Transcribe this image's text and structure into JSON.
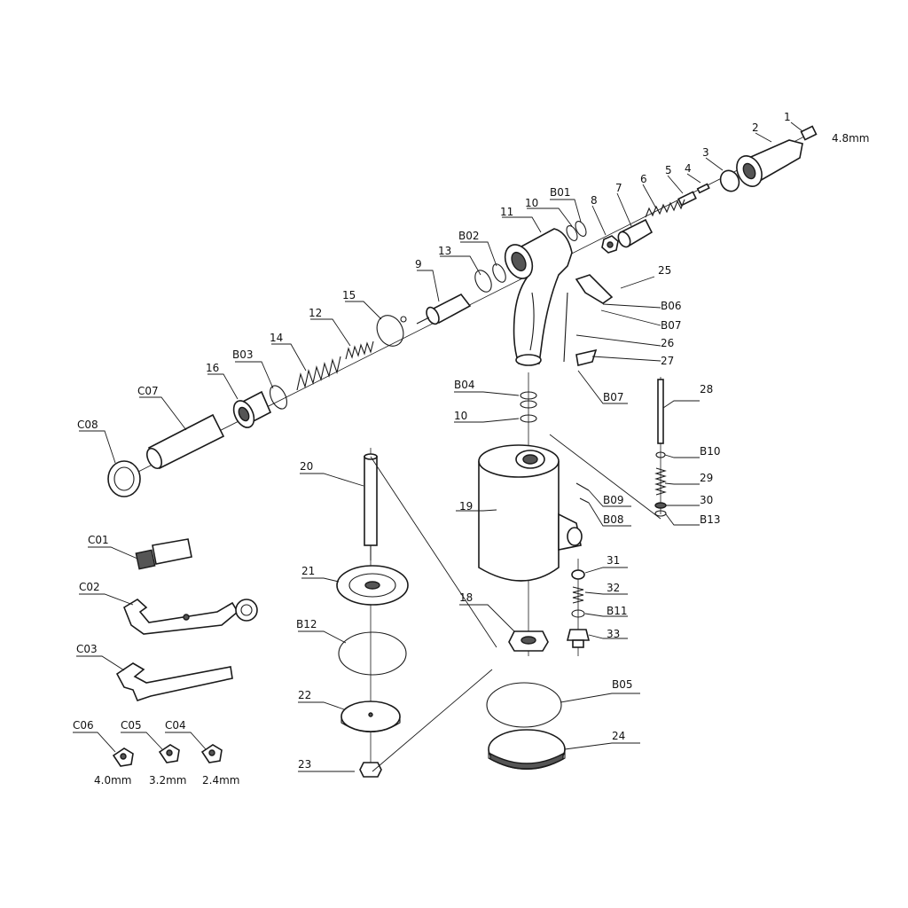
{
  "labels": {
    "p1": "1",
    "p2": "2",
    "size_1": "4.8mm",
    "p3": "3",
    "p4": "4",
    "p5": "5",
    "p6": "6",
    "p7": "7",
    "p8": "8",
    "b01": "B01",
    "p10a": "10",
    "p11": "11",
    "b02": "B02",
    "p13": "13",
    "p9": "9",
    "p15": "15",
    "p12": "12",
    "p14": "14",
    "b03": "B03",
    "p16": "16",
    "c07": "C07",
    "c08": "C08",
    "p25": "25",
    "b06": "B06",
    "b07a": "B07",
    "p26": "26",
    "p27": "27",
    "b07b": "B07",
    "b04": "B04",
    "p10b": "10",
    "p28": "28",
    "b10": "B10",
    "p29": "29",
    "p30": "30",
    "b13": "B13",
    "b09": "B09",
    "b08": "B08",
    "p19": "19",
    "p20": "20",
    "p31": "31",
    "p32": "32",
    "b11": "B11",
    "p33": "33",
    "p18": "18",
    "p21": "21",
    "b12": "B12",
    "p22": "22",
    "p23": "23",
    "b05": "B05",
    "p24": "24",
    "c01": "C01",
    "c02": "C02",
    "c03": "C03",
    "c06": "C06",
    "c05": "C05",
    "c04": "C04",
    "size_c06": "4.0mm",
    "size_c05": "3.2mm",
    "size_c04": "2.4mm"
  }
}
